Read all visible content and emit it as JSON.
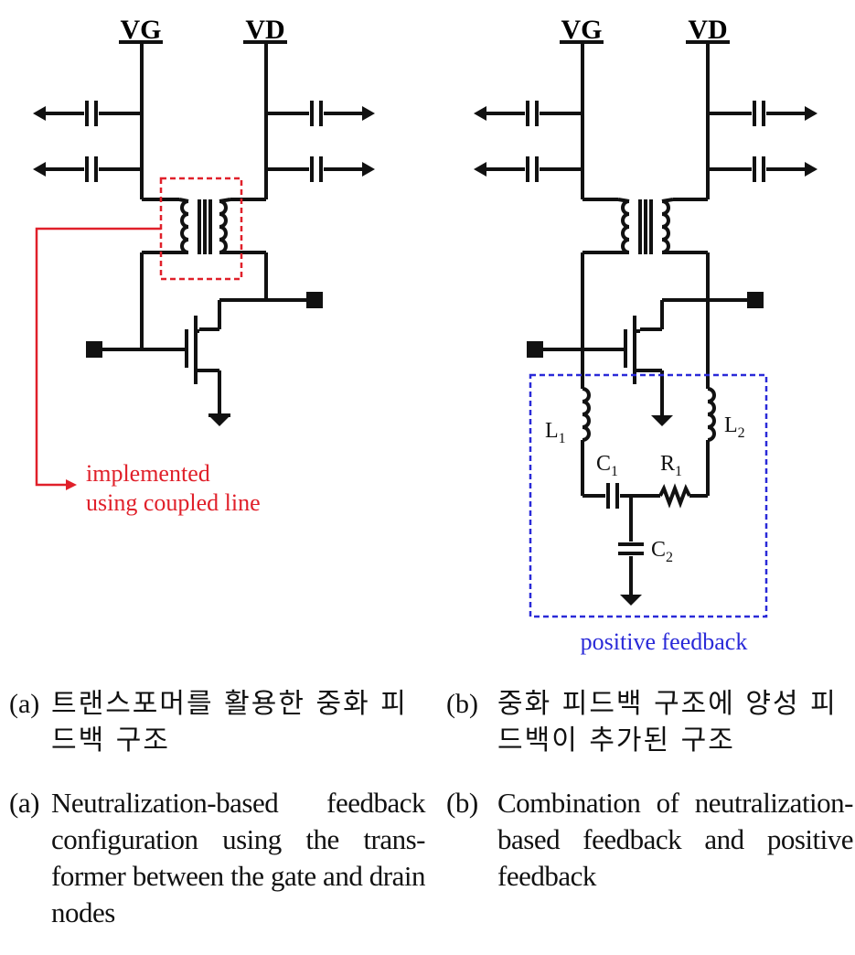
{
  "labels": {
    "vg": "VG",
    "vd": "VD",
    "note_line1": "implemented",
    "note_line2": "using coupled line",
    "feedback_box": "positive feedback",
    "L1": "L",
    "L1_sub": "1",
    "L2": "L",
    "L2_sub": "2",
    "C1": "C",
    "C1_sub": "1",
    "R1": "R",
    "R1_sub": "1",
    "C2": "C",
    "C2_sub": "2"
  },
  "captions": {
    "a_label": "(a)",
    "b_label": "(b)",
    "a_korean": "트랜스포머를 활용한 중화 피드백 구조",
    "b_korean": "중화 피드백 구조에 양성 피드백이 추가된 구조",
    "a_english": "Neutralization-based feedback configuration using the trans-former between the gate and drain nodes",
    "b_english": "Combination of neutralization-based feedback and positive feedback"
  },
  "colors": {
    "wire": "#111111",
    "annotation_red": "#e0202a",
    "box_blue": "#2a2ad8"
  }
}
